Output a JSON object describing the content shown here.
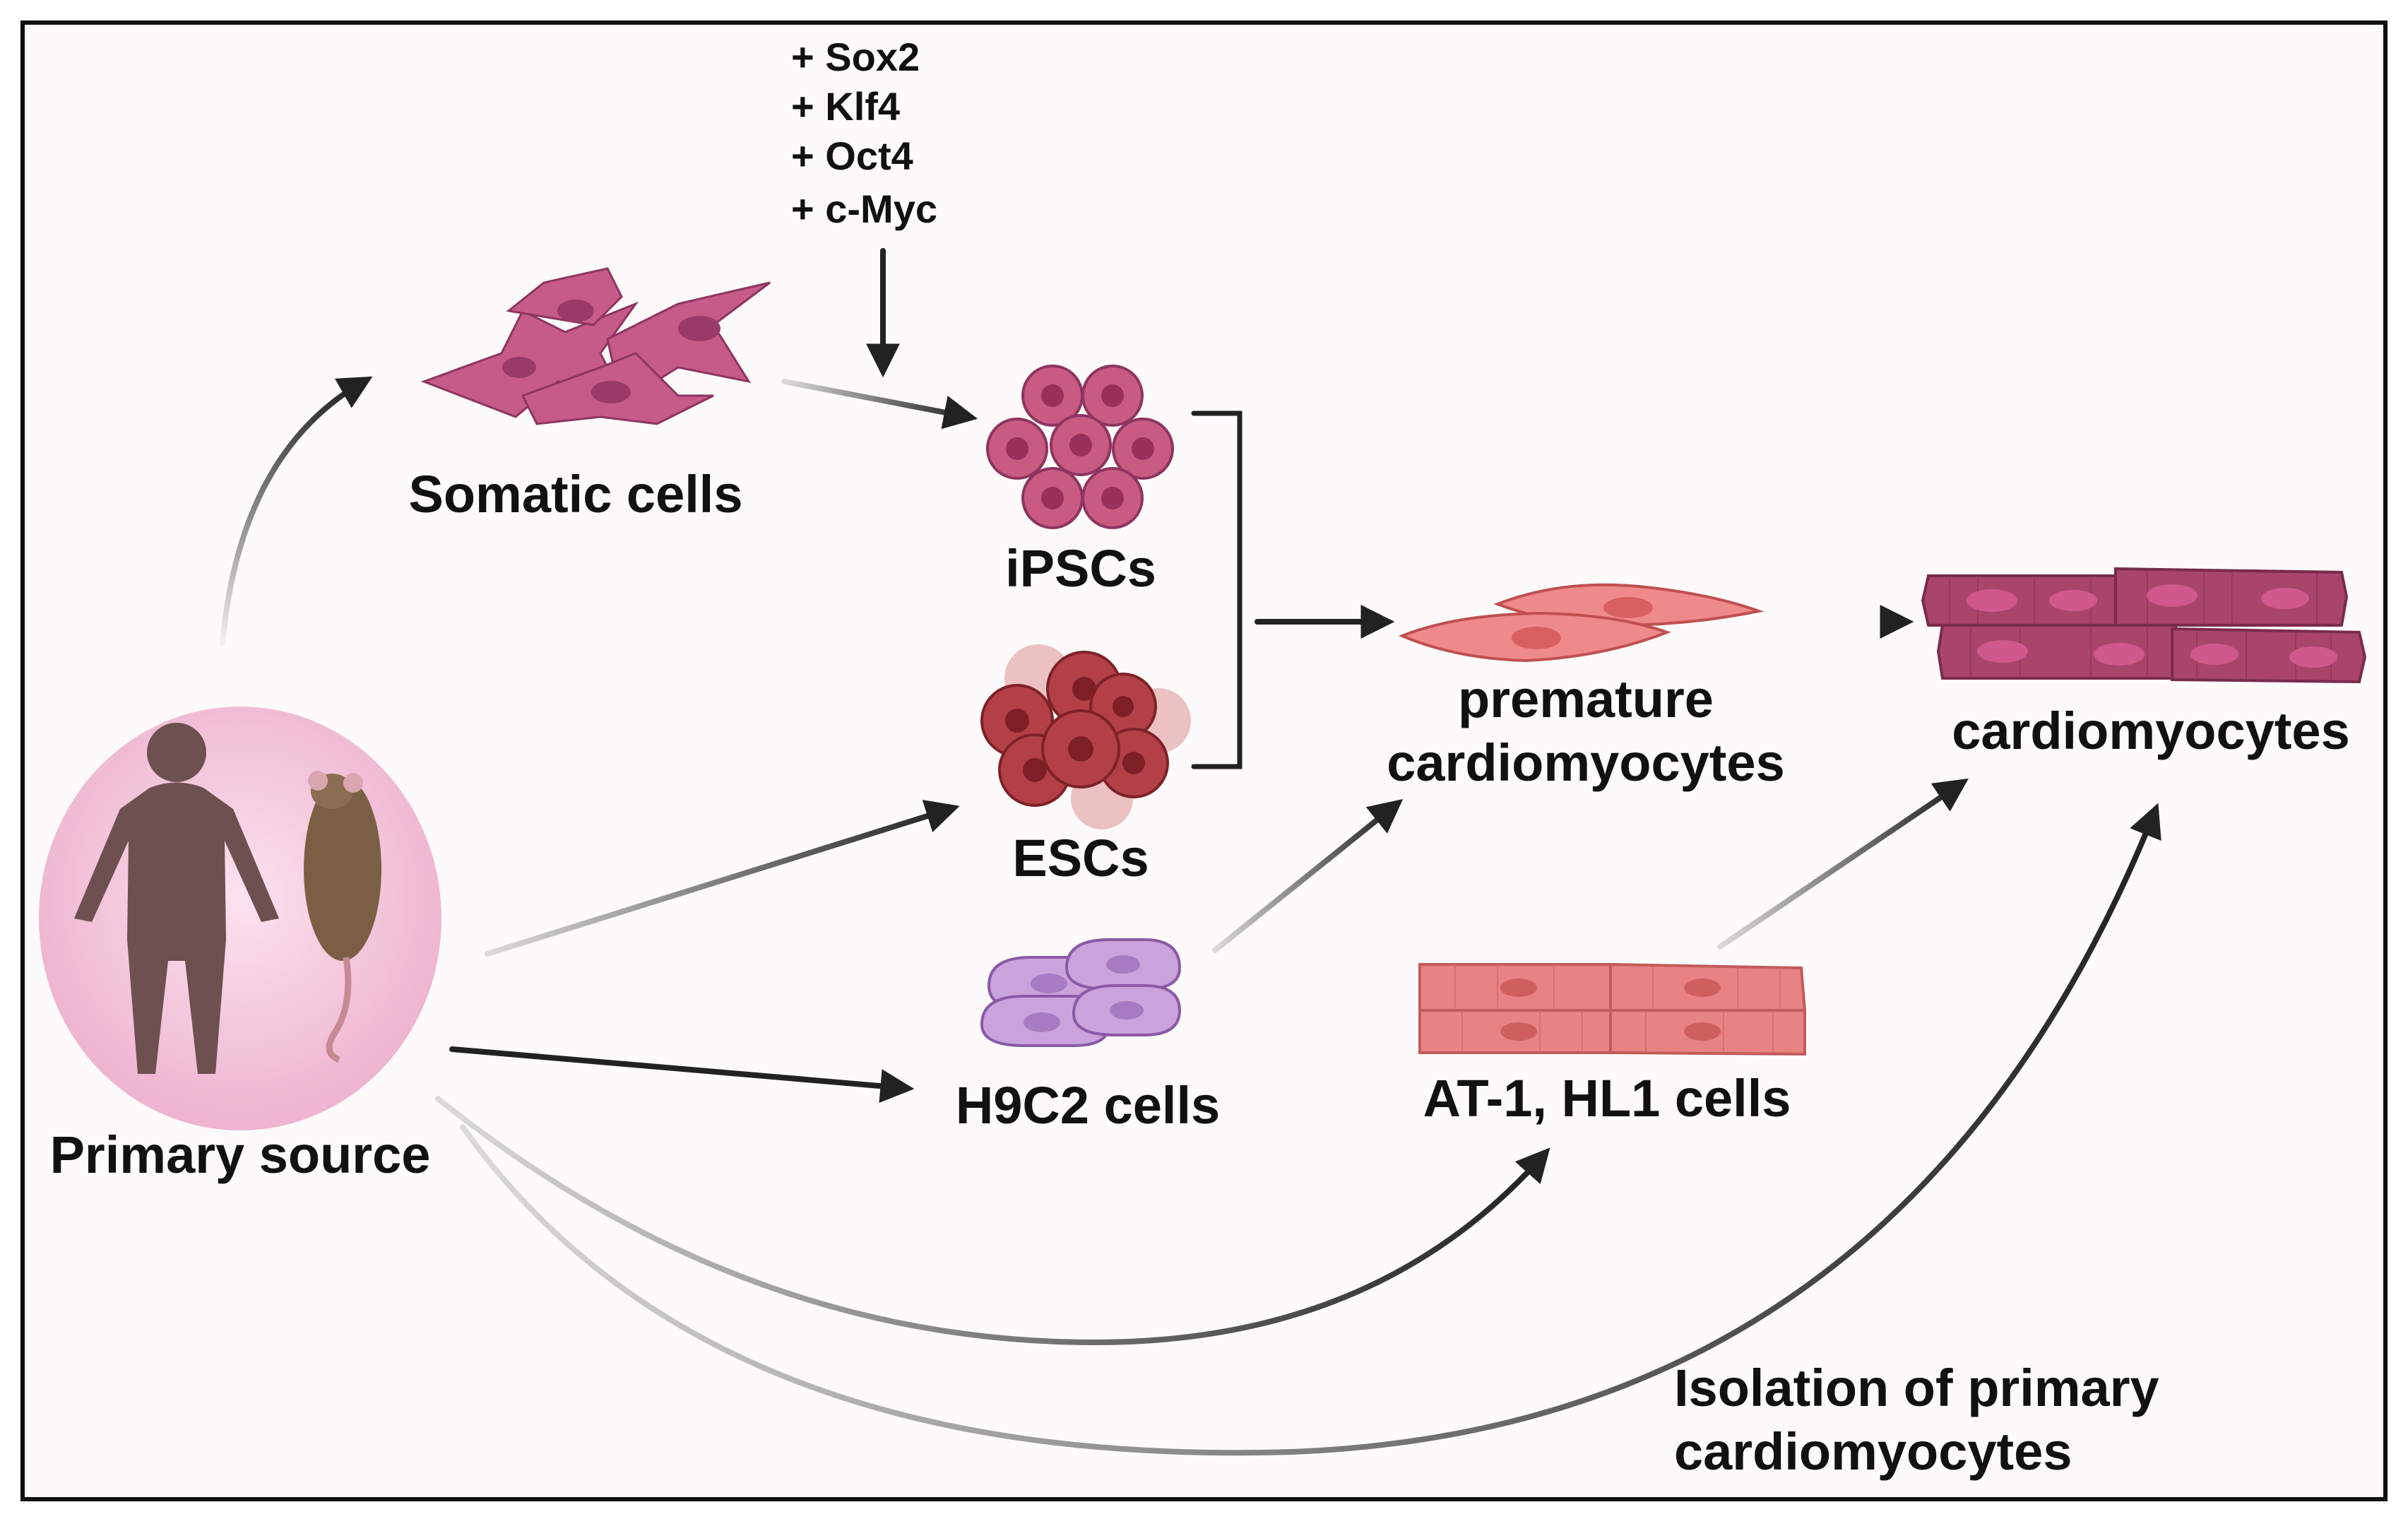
{
  "factors": [
    "+ Sox2",
    "+ Klf4",
    "+ Oct4",
    "+ c-Myc"
  ],
  "labels": {
    "somatic": "Somatic cells",
    "ipscs": "iPSCs",
    "escs": "ESCs",
    "h9c2": "H9C2 cells",
    "premature_line1": "premature",
    "premature_line2": "cardiomyocytes",
    "cardiomyocytes": "cardiomyocytes",
    "atcells": "AT-1, HL1 cells",
    "primary": "Primary source",
    "isolation_line1": "Isolation of primary",
    "isolation_line2": "cardiomyocytes"
  },
  "colors": {
    "border": "#111111",
    "background": "#fcfafa",
    "arrow": "#222222",
    "somatic_cell": "#c65a88",
    "ipsc_cell": "#c95a82",
    "esc_cell": "#b34047",
    "h9c2_cell": "#caa3dc",
    "premature_cell": "#f08a8a",
    "cardiomyocyte": "#a9456b",
    "at_cell": "#e98383",
    "source_circle": "#f2c2d8",
    "human": "#6e5050",
    "mouse": "#7a5f45"
  },
  "icons": [
    "human-silhouette-icon",
    "mouse-icon"
  ]
}
